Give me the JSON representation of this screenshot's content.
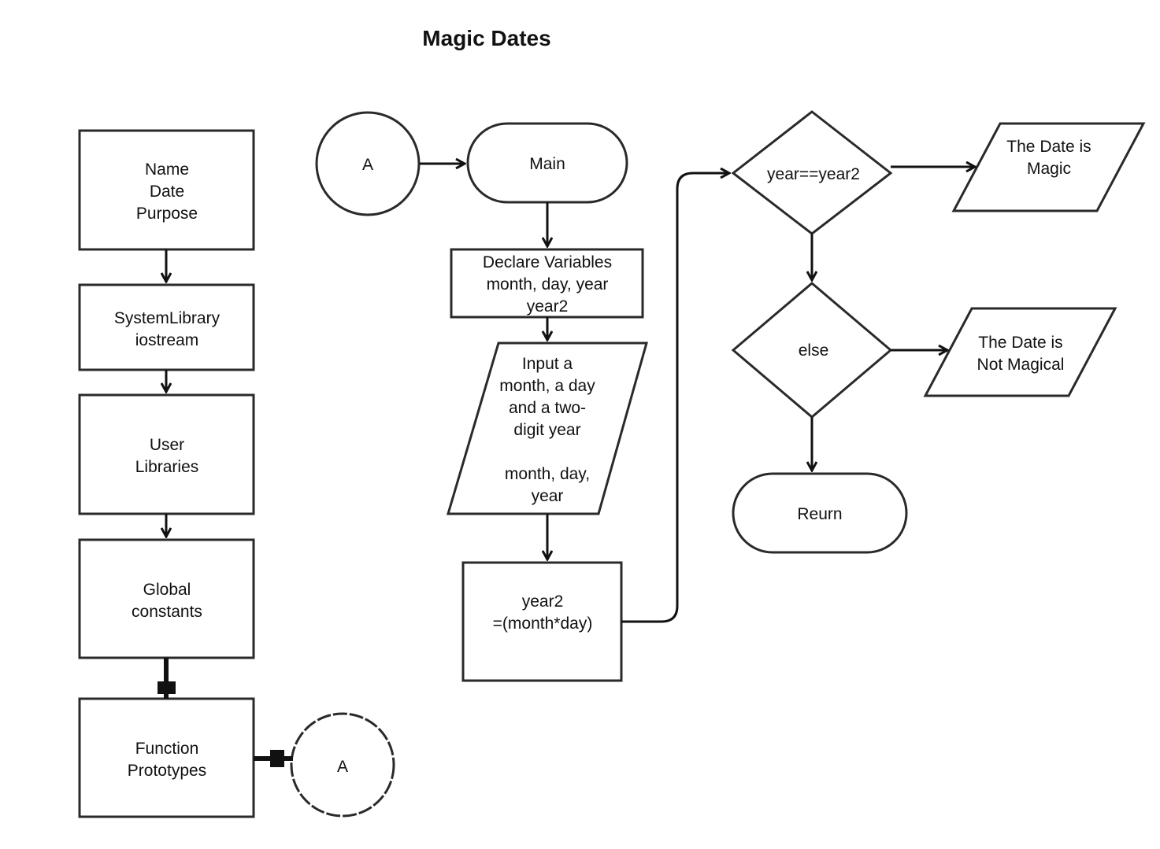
{
  "diagram": {
    "title": "Magic Dates",
    "nodes": {
      "header_info": [
        "Name",
        "Date",
        "Purpose"
      ],
      "system_library": [
        "SystemLibrary",
        "iostream"
      ],
      "user_libraries": [
        "User",
        "Libraries"
      ],
      "global_constants": [
        "Global",
        "constants"
      ],
      "function_prototypes": [
        "Function",
        "Prototypes"
      ],
      "connector_bottom": [
        "A"
      ],
      "connector_top": [
        "A"
      ],
      "main": [
        "Main"
      ],
      "declare_variables": [
        "Declare Variables",
        "month, day, year",
        "year2"
      ],
      "input": [
        "Input a",
        "month, a day",
        "and a two-",
        "digit year",
        "",
        "month, day,",
        "year"
      ],
      "compute_year2": [
        "year2",
        "=(month*day)"
      ],
      "decision_equal": [
        "year==year2"
      ],
      "output_magic": [
        "The Date is",
        "Magic"
      ],
      "decision_else": [
        "else"
      ],
      "output_not_magical": [
        "The Date is",
        "Not Magical"
      ],
      "return": [
        "Reurn"
      ]
    },
    "colors": {
      "stroke": "#2a2a2a",
      "text": "#111111",
      "fill": "#ffffff"
    }
  }
}
